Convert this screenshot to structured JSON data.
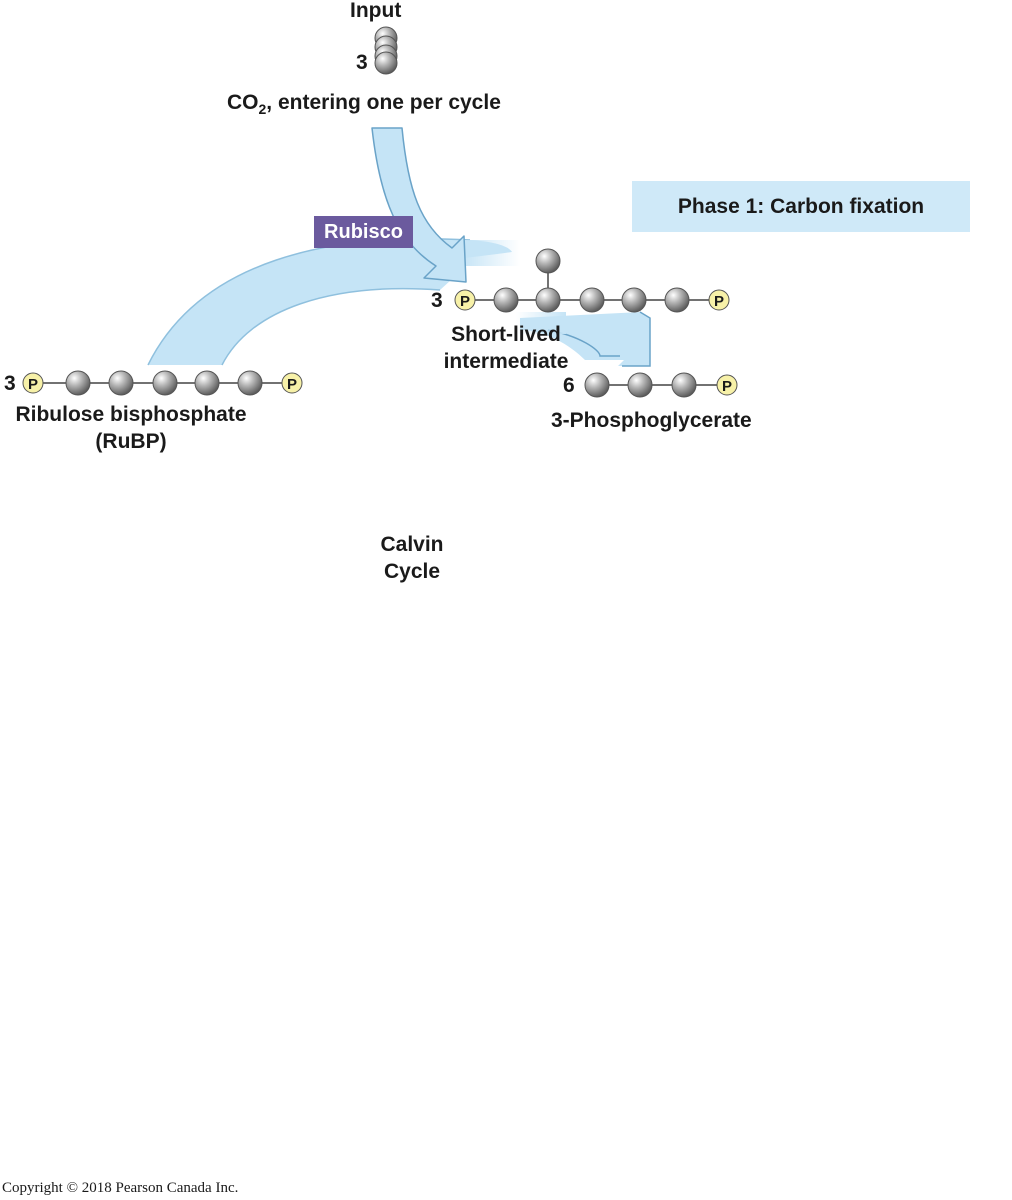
{
  "diagram": {
    "input": {
      "label": "Input",
      "count": "3",
      "molecule_main": "CO",
      "molecule_sub": "2",
      "molecule_rest": ", entering one per cycle"
    },
    "phase_label": "Phase 1: Carbon fixation",
    "enzyme_label": "Rubisco",
    "rubp": {
      "count": "3",
      "name_line1": "Ribulose bisphosphate",
      "name_line2": "(RuBP)",
      "phosphate_symbol": "P"
    },
    "intermediate": {
      "count": "3",
      "name_line1": "Short-lived",
      "name_line2": "intermediate",
      "phosphate_symbol": "P"
    },
    "product": {
      "count": "6",
      "name": "3-Phosphoglycerate",
      "phosphate_symbol": "P"
    },
    "cycle_label_line1": "Calvin",
    "cycle_label_line2": "Cycle",
    "copyright": "Copyright © 2018 Pearson Canada Inc."
  },
  "colors": {
    "arrow_fill": "#c5e4f6",
    "arrow_stroke": "#6aa3c8",
    "carbon_fill": "#a6a6a6",
    "phosphate_fill": "#f7f1a8",
    "enzyme_fill": "#6b5a9e",
    "phase_box_fill": "#cfe9f8"
  }
}
